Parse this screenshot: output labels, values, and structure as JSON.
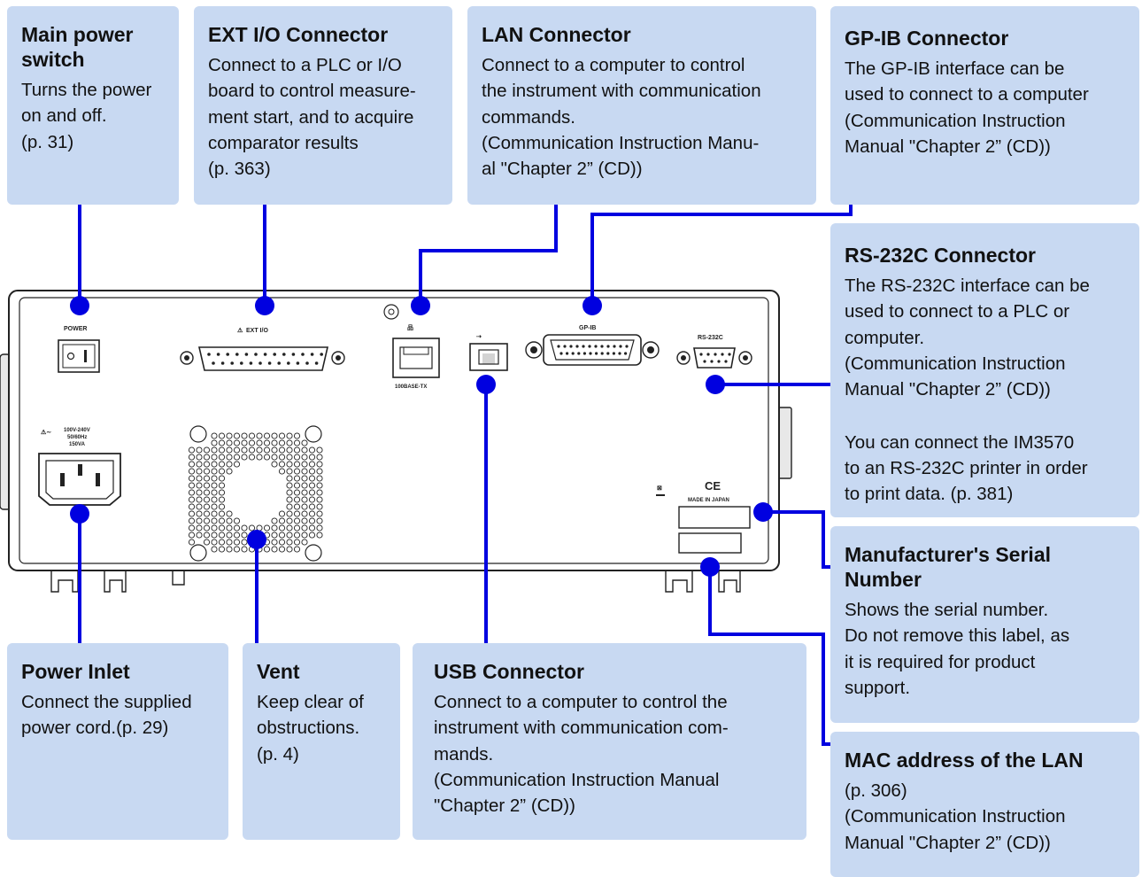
{
  "callouts": {
    "main_power": {
      "title": "Main power switch",
      "body": "Turns the power\non and off.\n(p. 31)"
    },
    "ext_io": {
      "title": "EXT I/O Connector",
      "body": "Connect to a PLC or I/O\nboard to control measure-\nment start, and to acquire\ncomparator results\n(p. 363)"
    },
    "lan": {
      "title": "LAN Connector",
      "body": "Connect to a computer to control\nthe instrument with communication\ncommands.\n(Communication Instruction Manu-\nal \"Chapter 2” (CD))"
    },
    "gpib": {
      "title": "GP-IB Connector",
      "body": "The GP-IB interface can be\nused to connect to a computer\n(Communication Instruction\nManual \"Chapter 2” (CD))"
    },
    "rs232c": {
      "title": "RS-232C Connector",
      "body": "The RS-232C interface can be\nused to connect to a PLC or\ncomputer.\n(Communication Instruction\nManual \"Chapter 2” (CD))",
      "extra": "You can connect the IM3570\nto an RS-232C printer in order\nto print data. (p. 381)"
    },
    "serial": {
      "title": "Manufacturer's Serial Number",
      "body": "Shows the serial number.\nDo not remove this label, as\nit is required for product\nsupport."
    },
    "mac": {
      "title": "MAC address of the LAN",
      "body": " (p. 306)\n(Communication Instruction\nManual \"Chapter 2” (CD))"
    },
    "power_inlet": {
      "title": "Power Inlet",
      "body": "Connect the supplied\npower cord.(p. 29)"
    },
    "vent": {
      "title": "Vent",
      "body": "Keep clear of\nobstructions.\n(p. 4)"
    },
    "usb": {
      "title": "USB Connector",
      "body": "Connect to a computer to control the\ninstrument with communication com-\nmands.\n(Communication Instruction Manual\n\"Chapter 2” (CD))"
    }
  },
  "panel_labels": {
    "power": "POWER",
    "ext_io": "EXT I/O",
    "lan_port": "100BASE-TX",
    "gpib": "GP-IB",
    "rs232c": "RS-232C",
    "voltage": "100V-240V",
    "frequency": "50/60Hz",
    "wattage": "150VA",
    "ce": "CE",
    "made_in": "MADE IN JAPAN"
  },
  "colors": {
    "callout_fill": "#c8d9f2",
    "leader_line": "#0000e0"
  }
}
